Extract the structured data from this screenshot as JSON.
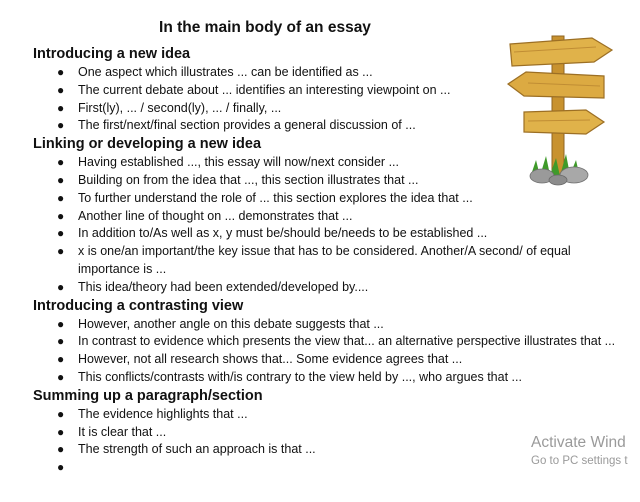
{
  "page_title": "In the main body of an essay",
  "sections": [
    {
      "heading": "Introducing a new idea",
      "items": [
        "One aspect which illustrates ... can be identified as ...",
        "The current debate about ... identifies an interesting viewpoint on ...",
        "First(ly), ... / second(ly), ... / finally, ...",
        "The first/next/final section provides a general discussion of ..."
      ]
    },
    {
      "heading": "Linking or developing a new idea",
      "items": [
        "Having established ..., this essay will now/next consider ...",
        "Building on from the idea that ..., this section illustrates that ...",
        "To further understand the role of ... this section explores the idea that ...",
        "Another line of thought on ... demonstrates that ...",
        "In addition to/As well as x, y must be/should be/needs to be established ...",
        "x is one/an important/the key issue that has to be considered. Another/A second/ of equal importance is ...",
        "This idea/theory had been extended/developed by...."
      ]
    },
    {
      "heading": "Introducing a contrasting view",
      "items": [
        "However, another angle on this debate suggests that ...",
        "In contrast to evidence which presents the view that... an alternative perspective illustrates that ...",
        "However, not all research shows that... Some evidence agrees that ...",
        "This conflicts/contrasts with/is contrary to the view held by ..., who argues that ..."
      ]
    },
    {
      "heading": "Summing up a paragraph/section",
      "items": [
        "The evidence highlights that ...",
        "It is clear that ...",
        "The strength of such an approach is that ...",
        ""
      ]
    }
  ],
  "watermark": {
    "title": "Activate Wind",
    "subtitle": "Go to PC settings t"
  },
  "colors": {
    "heading_blue": "#1f5aa6",
    "wood": "#d9a93f",
    "wood_dark": "#a0722a",
    "grass": "#3f9a2a",
    "watermark": "#9a9a9a"
  },
  "icons": {
    "illustration": "signpost-icon",
    "bullet": "bullet-dot"
  }
}
